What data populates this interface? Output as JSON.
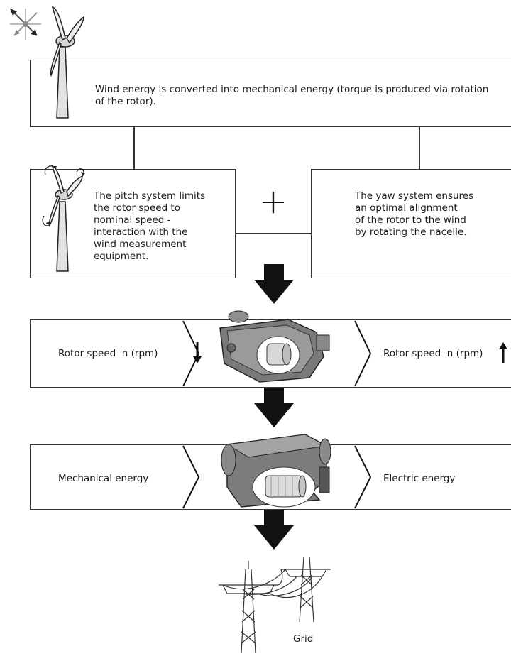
{
  "top_box": {
    "text": "Wind energy is converted into mechanical energy (torque is produced via rotation of the rotor)."
  },
  "pitch_box": {
    "text_lines": [
      "The pitch system limits",
      "the rotor speed to",
      "nominal speed -",
      "interaction with the",
      "wind measurement",
      "equipment."
    ]
  },
  "plus_sign": "+",
  "yaw_box": {
    "text_lines": [
      "The yaw system ensures",
      "an optimal alignment",
      "of the rotor to the wind",
      "by rotating the nacelle."
    ]
  },
  "gearbox_row": {
    "left_label": "Rotor speed  n (rpm)",
    "right_label": "Rotor speed  n (rpm)"
  },
  "generator_row": {
    "left_label": "Mechanical energy",
    "right_label": "Electric energy"
  },
  "grid_label": "Grid",
  "icons": [
    "compass-arrows-icon",
    "wind-turbine-icon",
    "pitch-turbine-icon",
    "arrow-down-icon",
    "arrow-up-icon",
    "gearbox-icon",
    "generator-icon",
    "power-pylon-icon"
  ]
}
